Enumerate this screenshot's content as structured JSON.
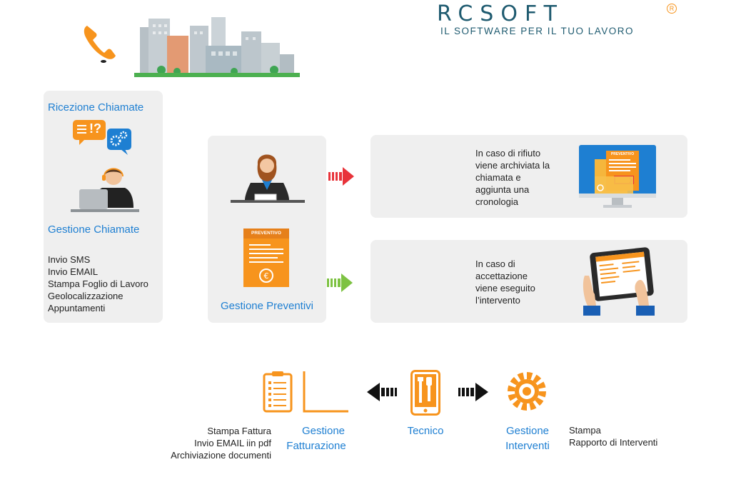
{
  "brand": {
    "logo_text": "RCSOFT",
    "registered": "R",
    "tagline": "IL SOFTWARE PER IL TUO LAVORO"
  },
  "left_panel": {
    "title_top": "Ricezione Chiamate",
    "title_bottom": "Gestione Chiamate",
    "bubble_text": "!?",
    "features": [
      "Invio SMS",
      "Invio EMAIL",
      "Stampa Foglio di Lavoro",
      "Geolocalizzazione",
      "Appuntamenti"
    ]
  },
  "quote_panel": {
    "doc_header": "PREVENTIVO",
    "title": "Gestione Preventivi"
  },
  "reject_panel": {
    "text_lines": [
      "In caso di rifiuto",
      "viene archiviata la",
      "chiamata e",
      "aggiunta una",
      "cronologia"
    ],
    "folder_label": "PREVENTIVO"
  },
  "accept_panel": {
    "text_lines": [
      "In caso di",
      "accettazione",
      "viene eseguito",
      "l’intervento"
    ]
  },
  "bottom": {
    "billing_features": [
      "Stampa Fattura",
      "Invio EMAIL iin pdf",
      "Archiviazione documenti"
    ],
    "billing_title": [
      "Gestione",
      "Fatturazione"
    ],
    "tech_title": "Tecnico",
    "interventions_title": [
      "Gestione",
      "Interventi"
    ],
    "interventions_features": [
      "Stampa",
      "Rapporto di Interventi"
    ]
  },
  "colors": {
    "orange": "#f7941d",
    "blue": "#1e7fd2",
    "red_arrow": "#e8333a",
    "green_arrow": "#7dc242",
    "logo_teal": "#1f5b70",
    "panel": "#efefef"
  }
}
